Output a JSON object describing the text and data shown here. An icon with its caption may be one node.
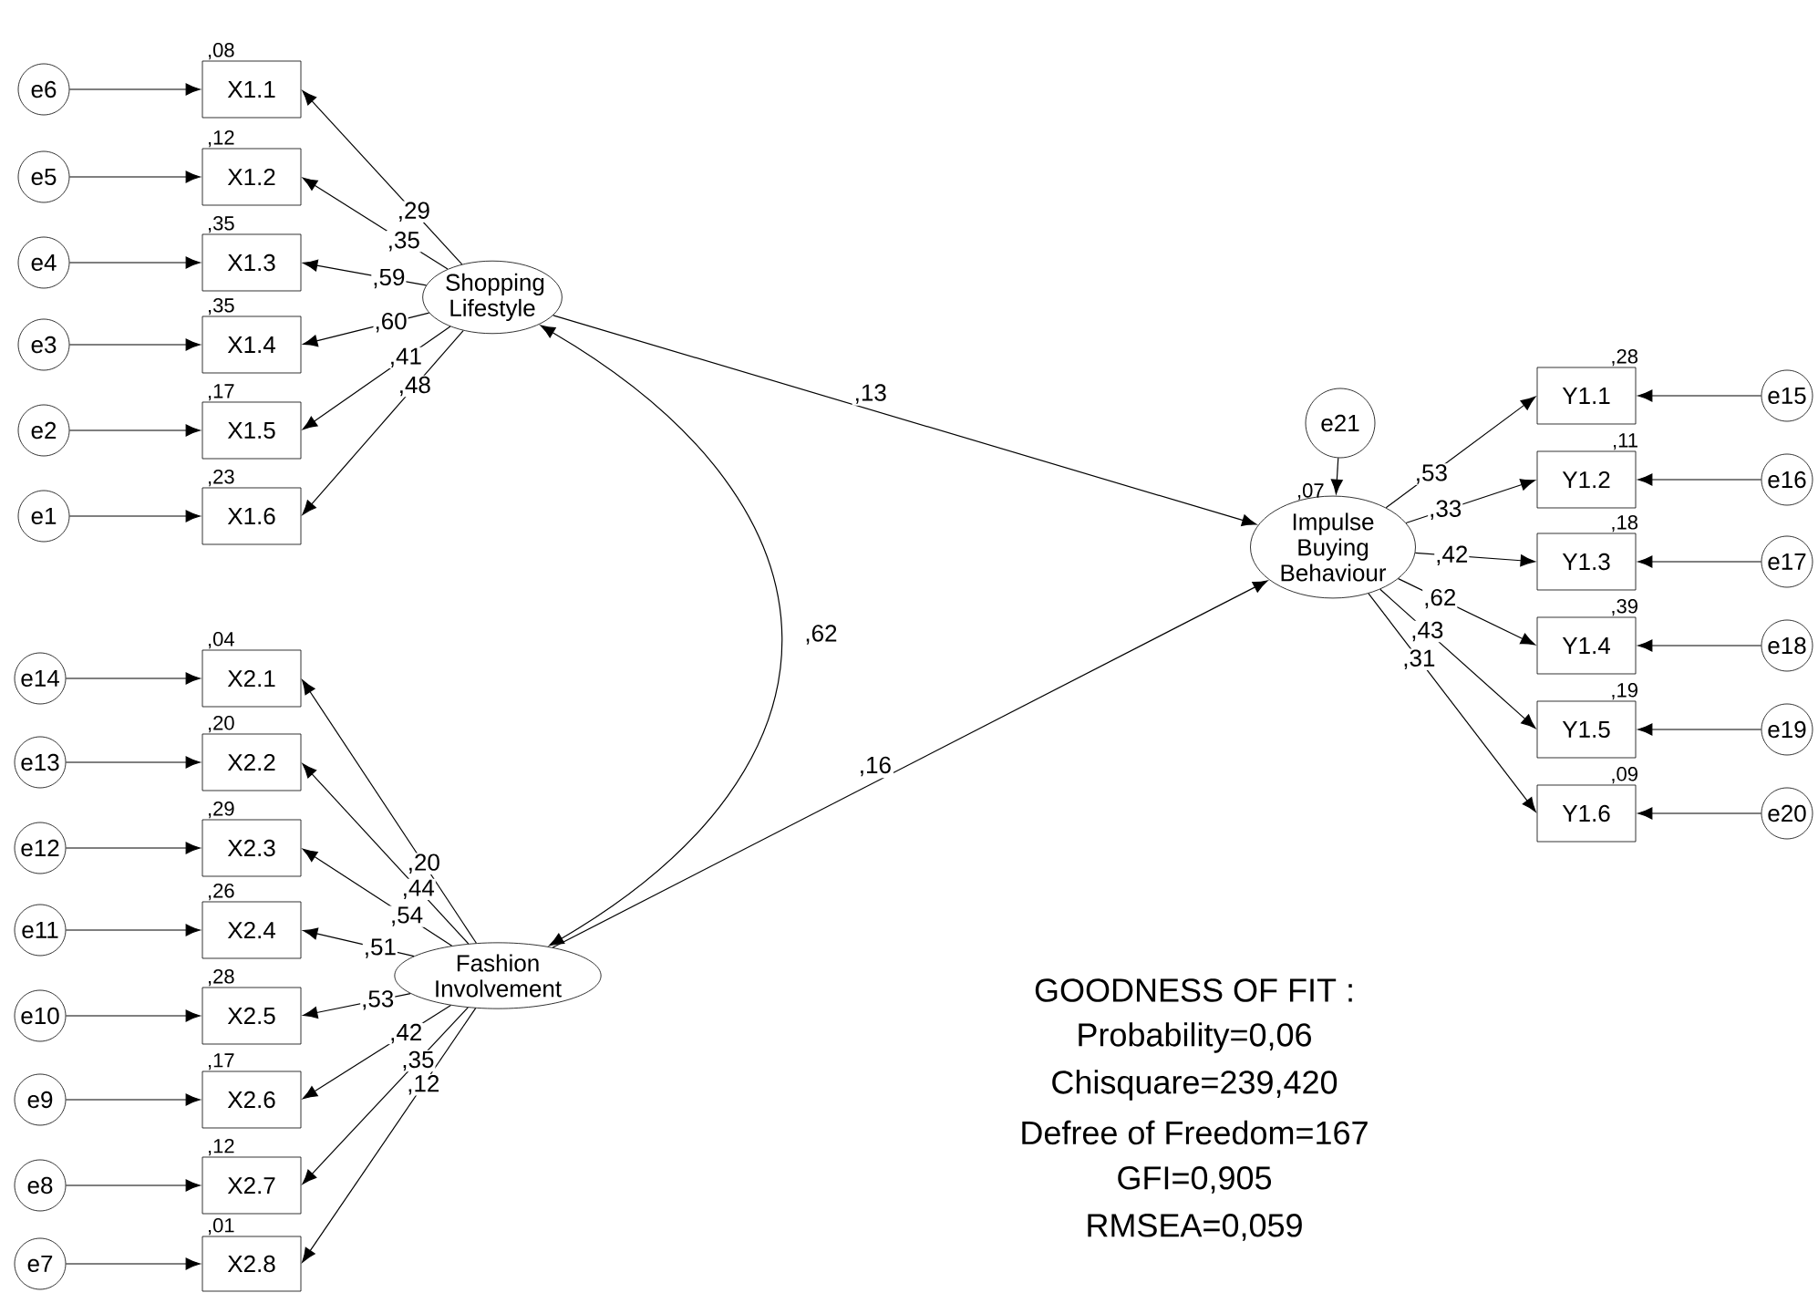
{
  "diagram": {
    "nodes": [
      {
        "text": [
          "Shopping Lifestyle"
        ]
      },
      {
        "text": [
          "Fashion Involvement"
        ]
      },
      {
        "text": [
          "Impulse Buying Behaviour"
        ],
        "beside": [
          ",07"
        ]
      },
      {
        "text": [
          "e21"
        ]
      },
      {
        "text": [
          "X1.1"
        ],
        "beside": [
          ",08"
        ]
      },
      {
        "text": [
          "X1.2"
        ],
        "beside": [
          ",12"
        ]
      },
      {
        "text": [
          "X1.3"
        ],
        "beside": [
          ",35"
        ]
      },
      {
        "text": [
          "X1.4"
        ],
        "beside": [
          ",35"
        ]
      },
      {
        "text": [
          "X1.5"
        ],
        "beside": [
          ",17"
        ]
      },
      {
        "text": [
          "X1.6"
        ],
        "beside": [
          ",23"
        ]
      },
      {
        "text": [
          "e6"
        ]
      },
      {
        "text": [
          "e5"
        ]
      },
      {
        "text": [
          "e4"
        ]
      },
      {
        "text": [
          "e3"
        ]
      },
      {
        "text": [
          "e2"
        ]
      },
      {
        "text": [
          "e1"
        ]
      },
      {
        "text": [
          "X2.1"
        ],
        "beside": [
          ",04"
        ]
      },
      {
        "text": [
          "X2.2"
        ],
        "beside": [
          ",20"
        ]
      },
      {
        "text": [
          "X2.3"
        ],
        "beside": [
          ",29"
        ]
      },
      {
        "text": [
          "X2.4"
        ],
        "beside": [
          ",26"
        ]
      },
      {
        "text": [
          "X2.5"
        ],
        "beside": [
          ",28"
        ]
      },
      {
        "text": [
          "X2.6"
        ],
        "beside": [
          ",17"
        ]
      },
      {
        "text": [
          "X2.7"
        ],
        "beside": [
          ",12"
        ]
      },
      {
        "text": [
          "X2.8"
        ],
        "beside": [
          ",01"
        ]
      },
      {
        "text": [
          "e14"
        ]
      },
      {
        "text": [
          "e13"
        ]
      },
      {
        "text": [
          "e12"
        ]
      },
      {
        "text": [
          "e11"
        ]
      },
      {
        "text": [
          "e10"
        ]
      },
      {
        "text": [
          "e9"
        ]
      },
      {
        "text": [
          "e8"
        ]
      },
      {
        "text": [
          "e7"
        ]
      },
      {
        "text": [
          "Y1.1"
        ],
        "beside": [
          ",28"
        ]
      },
      {
        "text": [
          "Y1.2"
        ],
        "beside": [
          ",11"
        ]
      },
      {
        "text": [
          "Y1.3"
        ],
        "beside": [
          ",18"
        ]
      },
      {
        "text": [
          "Y1.4"
        ],
        "beside": [
          ",39"
        ]
      },
      {
        "text": [
          "Y1.5"
        ],
        "beside": [
          ",19"
        ]
      },
      {
        "text": [
          "Y1.6"
        ],
        "beside": [
          ",09"
        ]
      },
      {
        "text": [
          "e15"
        ]
      },
      {
        "text": [
          "e16"
        ]
      },
      {
        "text": [
          "e17"
        ]
      },
      {
        "text": [
          "e18"
        ]
      },
      {
        "text": [
          "e19"
        ]
      },
      {
        "text": [
          "e20"
        ]
      }
    ],
    "edges": [
      {
        "from": 10,
        "to": 4,
        "arrow": "to"
      },
      {
        "from": 11,
        "to": 5,
        "arrow": "to"
      },
      {
        "from": 12,
        "to": 6,
        "arrow": "to"
      },
      {
        "from": 13,
        "to": 7,
        "arrow": "to"
      },
      {
        "from": 14,
        "to": 8,
        "arrow": "to"
      },
      {
        "from": 15,
        "to": 9,
        "arrow": "to"
      },
      {
        "from": 0,
        "to": 4,
        "arrow": "to",
        "label": ",29"
      },
      {
        "from": 0,
        "to": 5,
        "arrow": "to",
        "label": ",35"
      },
      {
        "from": 0,
        "to": 6,
        "arrow": "to",
        "label": ",59"
      },
      {
        "from": 0,
        "to": 7,
        "arrow": "to",
        "label": ",60"
      },
      {
        "from": 0,
        "to": 8,
        "arrow": "to",
        "label": ",41"
      },
      {
        "from": 0,
        "to": 9,
        "arrow": "to",
        "label": ",48"
      },
      {
        "from": 24,
        "to": 16,
        "arrow": "to"
      },
      {
        "from": 25,
        "to": 17,
        "arrow": "to"
      },
      {
        "from": 26,
        "to": 18,
        "arrow": "to"
      },
      {
        "from": 27,
        "to": 19,
        "arrow": "to"
      },
      {
        "from": 28,
        "to": 20,
        "arrow": "to"
      },
      {
        "from": 29,
        "to": 21,
        "arrow": "to"
      },
      {
        "from": 30,
        "to": 22,
        "arrow": "to"
      },
      {
        "from": 31,
        "to": 23,
        "arrow": "to"
      },
      {
        "from": 1,
        "to": 16,
        "arrow": "to",
        "label": ",20"
      },
      {
        "from": 1,
        "to": 17,
        "arrow": "to",
        "label": ",44"
      },
      {
        "from": 1,
        "to": 18,
        "arrow": "to",
        "label": ",54"
      },
      {
        "from": 1,
        "to": 19,
        "arrow": "to",
        "label": ",51"
      },
      {
        "from": 1,
        "to": 20,
        "arrow": "to",
        "label": ",53"
      },
      {
        "from": 1,
        "to": 21,
        "arrow": "to",
        "label": ",42"
      },
      {
        "from": 1,
        "to": 22,
        "arrow": "to",
        "label": ",35"
      },
      {
        "from": 1,
        "to": 23,
        "arrow": "to",
        "label": ",12"
      },
      {
        "from": 38,
        "to": 32,
        "arrow": "to"
      },
      {
        "from": 39,
        "to": 33,
        "arrow": "to"
      },
      {
        "from": 40,
        "to": 34,
        "arrow": "to"
      },
      {
        "from": 41,
        "to": 35,
        "arrow": "to"
      },
      {
        "from": 42,
        "to": 36,
        "arrow": "to"
      },
      {
        "from": 43,
        "to": 37,
        "arrow": "to"
      },
      {
        "from": 2,
        "to": 32,
        "arrow": "to",
        "label": ",53"
      },
      {
        "from": 2,
        "to": 33,
        "arrow": "to",
        "label": ",33"
      },
      {
        "from": 2,
        "to": 34,
        "arrow": "to",
        "label": ",42"
      },
      {
        "from": 2,
        "to": 35,
        "arrow": "to",
        "label": ",62"
      },
      {
        "from": 2,
        "to": 36,
        "arrow": "to",
        "label": ",43"
      },
      {
        "from": 2,
        "to": 37,
        "arrow": "to",
        "label": ",31"
      },
      {
        "from": 3,
        "to": 2,
        "arrow": "to"
      },
      {
        "from": 0,
        "to": 2,
        "arrow": "to",
        "label": ",13"
      },
      {
        "from": 1,
        "to": 2,
        "arrow": "to",
        "label": ",16"
      },
      {
        "from": 0,
        "to": 1,
        "arrow": "both",
        "label": ",62"
      }
    ],
    "labels": [
      "GOODNESS OF FIT :",
      "Probability=0,06",
      "Chisquare=239,420",
      "Defree of Freedom=167",
      "GFI=0,905",
      "RMSEA=0,059"
    ]
  }
}
